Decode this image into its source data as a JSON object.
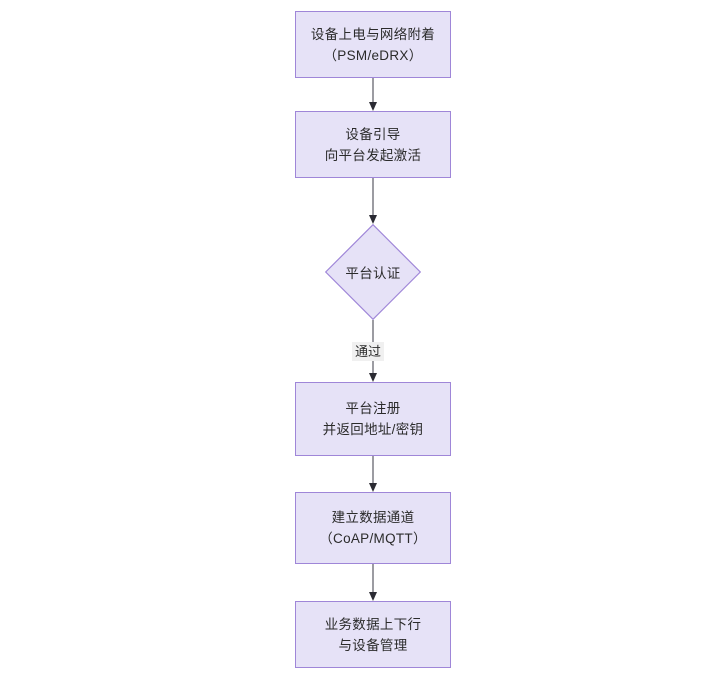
{
  "diagram": {
    "type": "flowchart",
    "orientation": "top-to-bottom",
    "title": "",
    "theme": {
      "node_fill": "#e6e2f7",
      "node_border": "#9f86d8",
      "node_text": "#2b2b2b",
      "edge_color": "#4b4b57",
      "edge_label_background": "#f0f0f0",
      "canvas_background": "#ffffff"
    },
    "nodes": [
      {
        "id": "n1",
        "shape": "rectangle",
        "lines": [
          "设备上电与网络附着",
          "（PSM/eDRX）"
        ]
      },
      {
        "id": "n2",
        "shape": "rectangle",
        "lines": [
          "设备引导",
          "向平台发起激活"
        ]
      },
      {
        "id": "n3",
        "shape": "diamond",
        "lines": [
          "平台认证"
        ]
      },
      {
        "id": "n4",
        "shape": "rectangle",
        "lines": [
          "平台注册",
          "并返回地址/密钥"
        ]
      },
      {
        "id": "n5",
        "shape": "rectangle",
        "lines": [
          "建立数据通道",
          "（CoAP/MQTT）"
        ]
      },
      {
        "id": "n6",
        "shape": "rectangle",
        "lines": [
          "业务数据上下行",
          "与设备管理"
        ]
      }
    ],
    "edges": [
      {
        "id": "e1",
        "from": "n1",
        "to": "n2",
        "label": ""
      },
      {
        "id": "e2",
        "from": "n2",
        "to": "n3",
        "label": ""
      },
      {
        "id": "e3",
        "from": "n3",
        "to": "n4",
        "label": "通过"
      },
      {
        "id": "e4",
        "from": "n4",
        "to": "n5",
        "label": ""
      },
      {
        "id": "e5",
        "from": "n5",
        "to": "n6",
        "label": ""
      }
    ]
  }
}
